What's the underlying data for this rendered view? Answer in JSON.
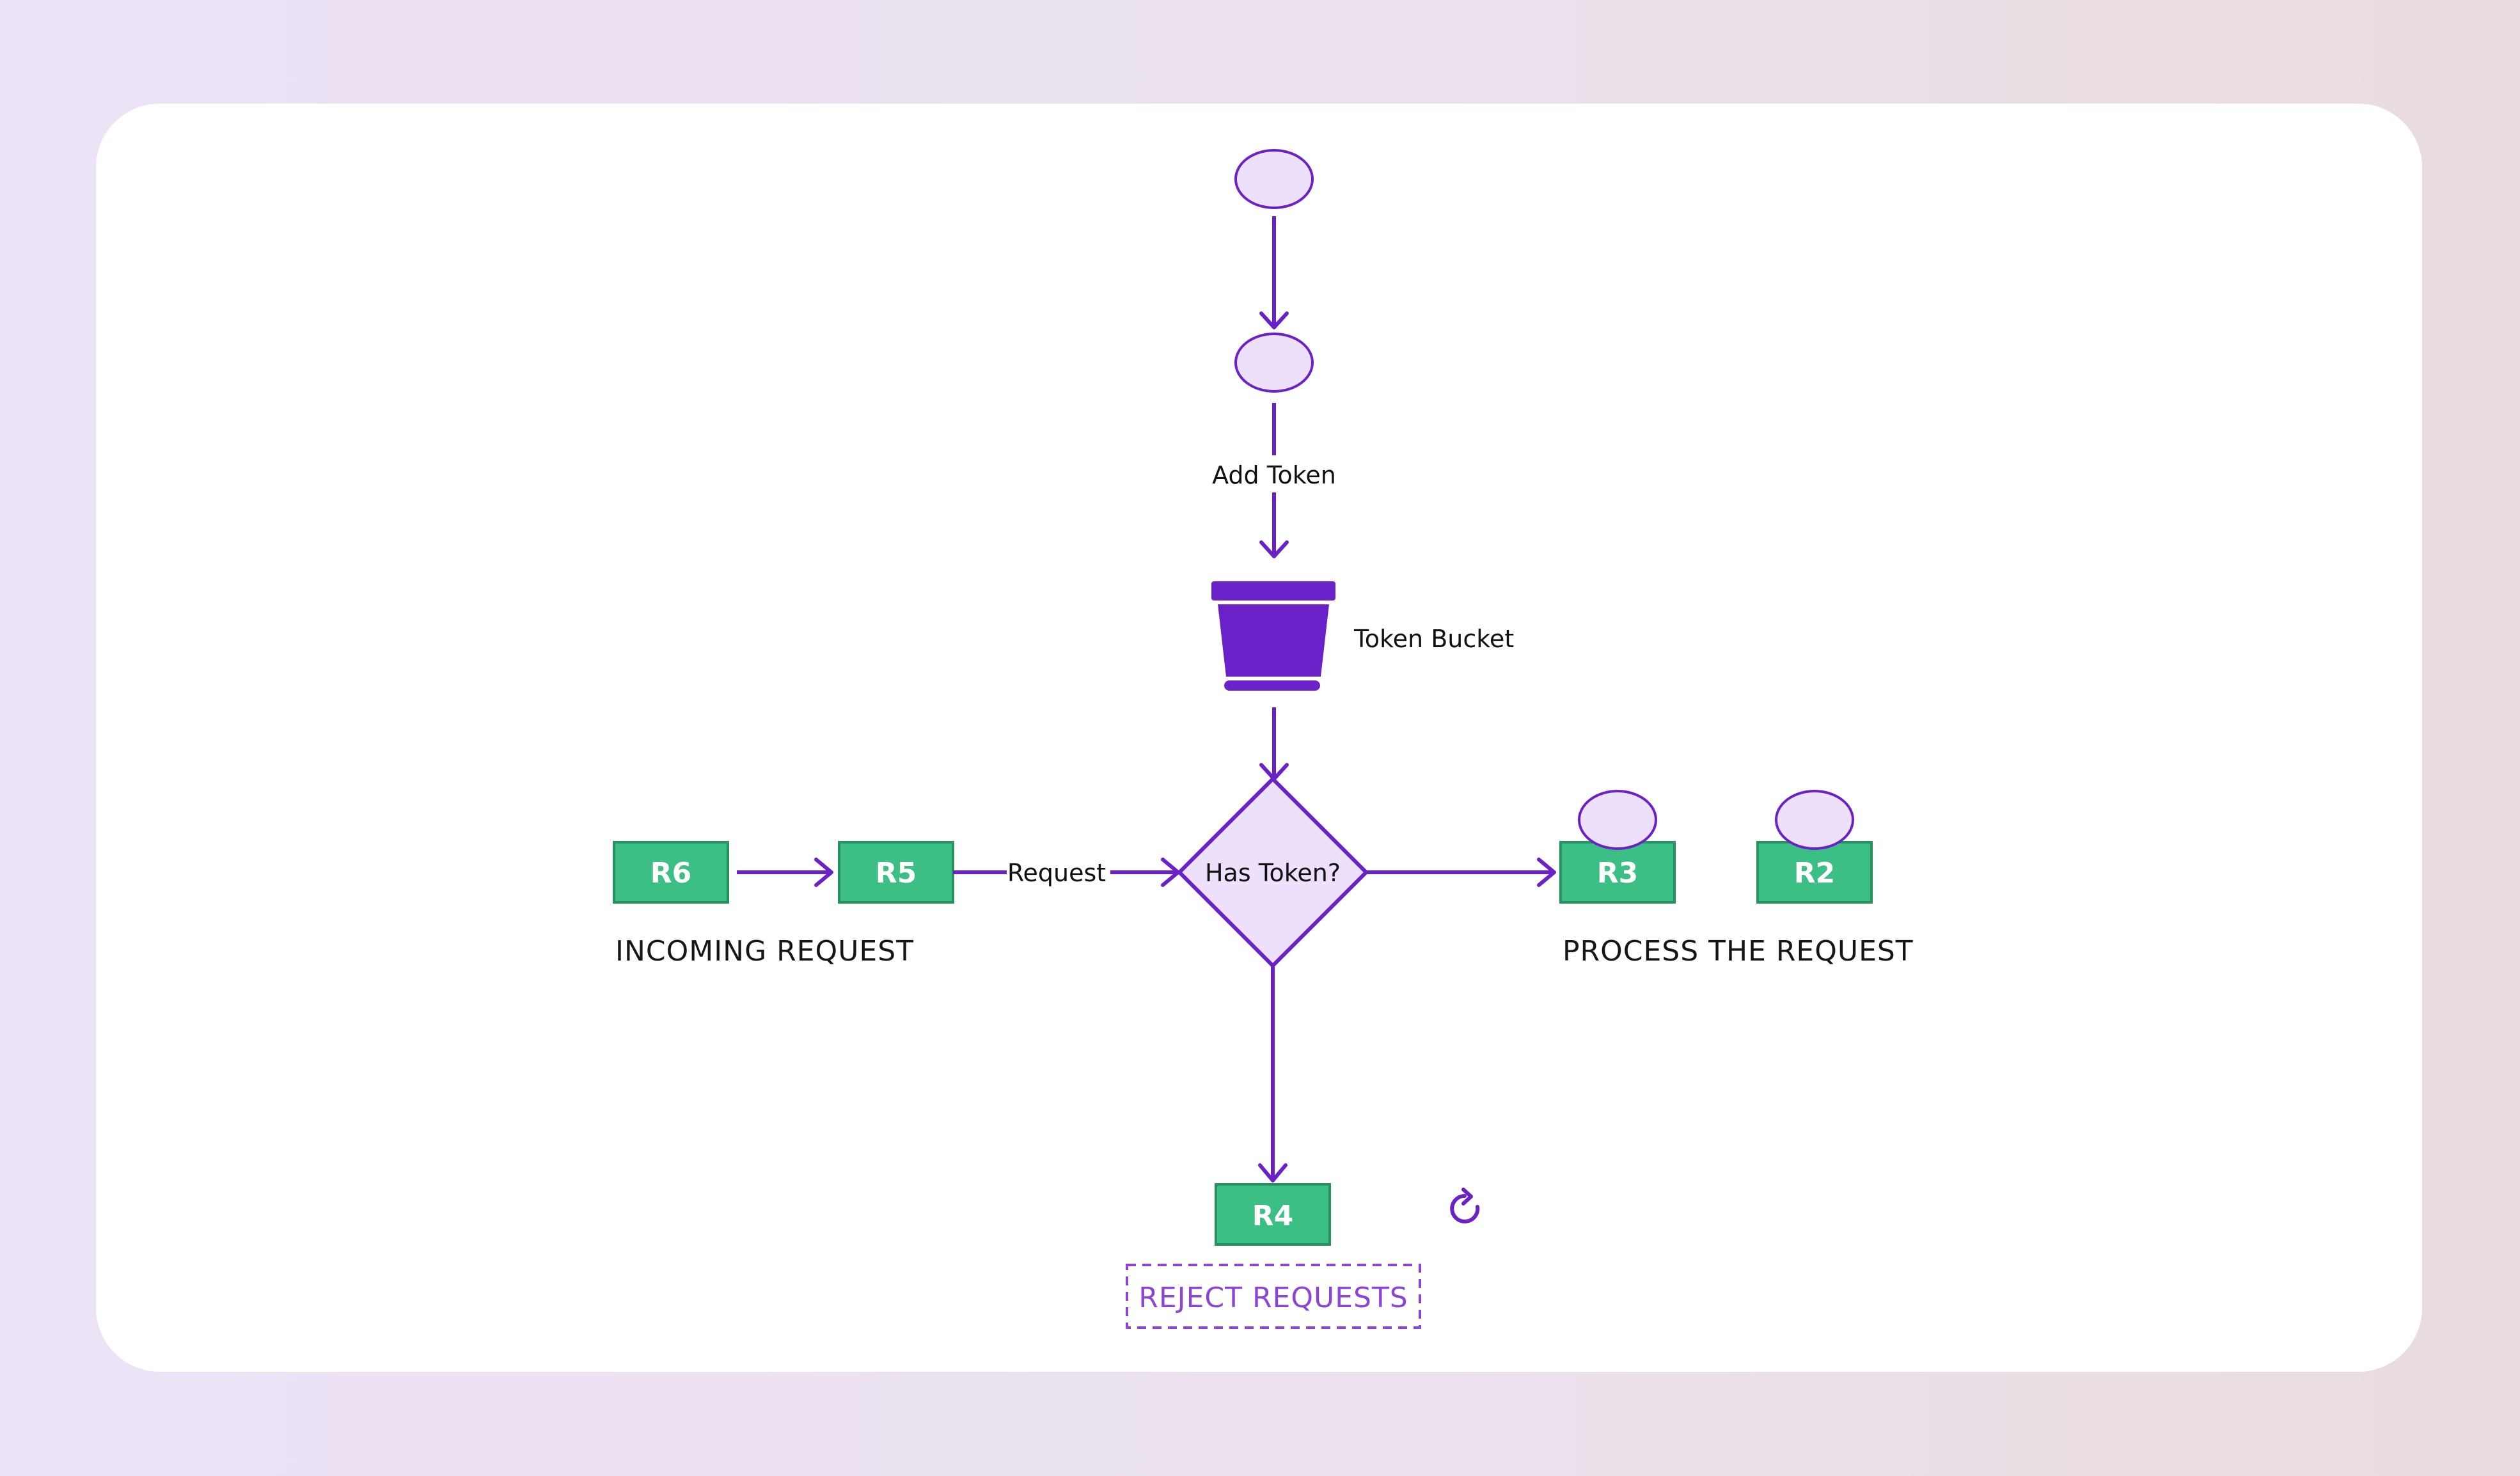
{
  "diagram": {
    "edge_labels": {
      "add_token": "Add Token",
      "request": "Request"
    },
    "token_bucket_label": "Token Bucket",
    "decision_label": "Has Token?",
    "requests": {
      "r6": "R6",
      "r5": "R5",
      "r3": "R3",
      "r2": "R2",
      "r4": "R4"
    },
    "sections": {
      "incoming": "INCOMING REQUEST",
      "process": "PROCESS THE REQUEST",
      "reject": "REJECT REQUESTS"
    },
    "icons": {
      "bucket": "bucket-icon",
      "refresh": "refresh-icon"
    },
    "colors": {
      "accent": "#6b21c8",
      "token_fill": "#ede0fb",
      "request_box": "#3cbf84",
      "reject_text": "#8a45d6"
    }
  }
}
